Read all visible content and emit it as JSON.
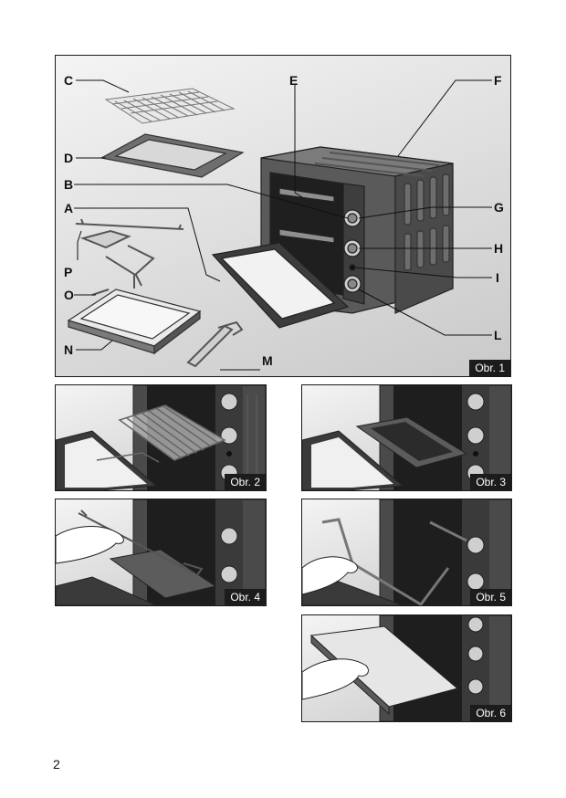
{
  "page_number": "2",
  "figures": {
    "fig1": {
      "caption": "Obr. 1"
    },
    "fig2": {
      "caption": "Obr. 2"
    },
    "fig3": {
      "caption": "Obr. 3"
    },
    "fig4": {
      "caption": "Obr. 4"
    },
    "fig5": {
      "caption": "Obr. 5"
    },
    "fig6": {
      "caption": "Obr. 6"
    }
  },
  "labels": {
    "A": "A",
    "B": "B",
    "C": "C",
    "D": "D",
    "E": "E",
    "F": "F",
    "G": "G",
    "H": "H",
    "I": "I",
    "L": "L",
    "M": "M",
    "N": "N",
    "O": "O",
    "P": "P"
  }
}
